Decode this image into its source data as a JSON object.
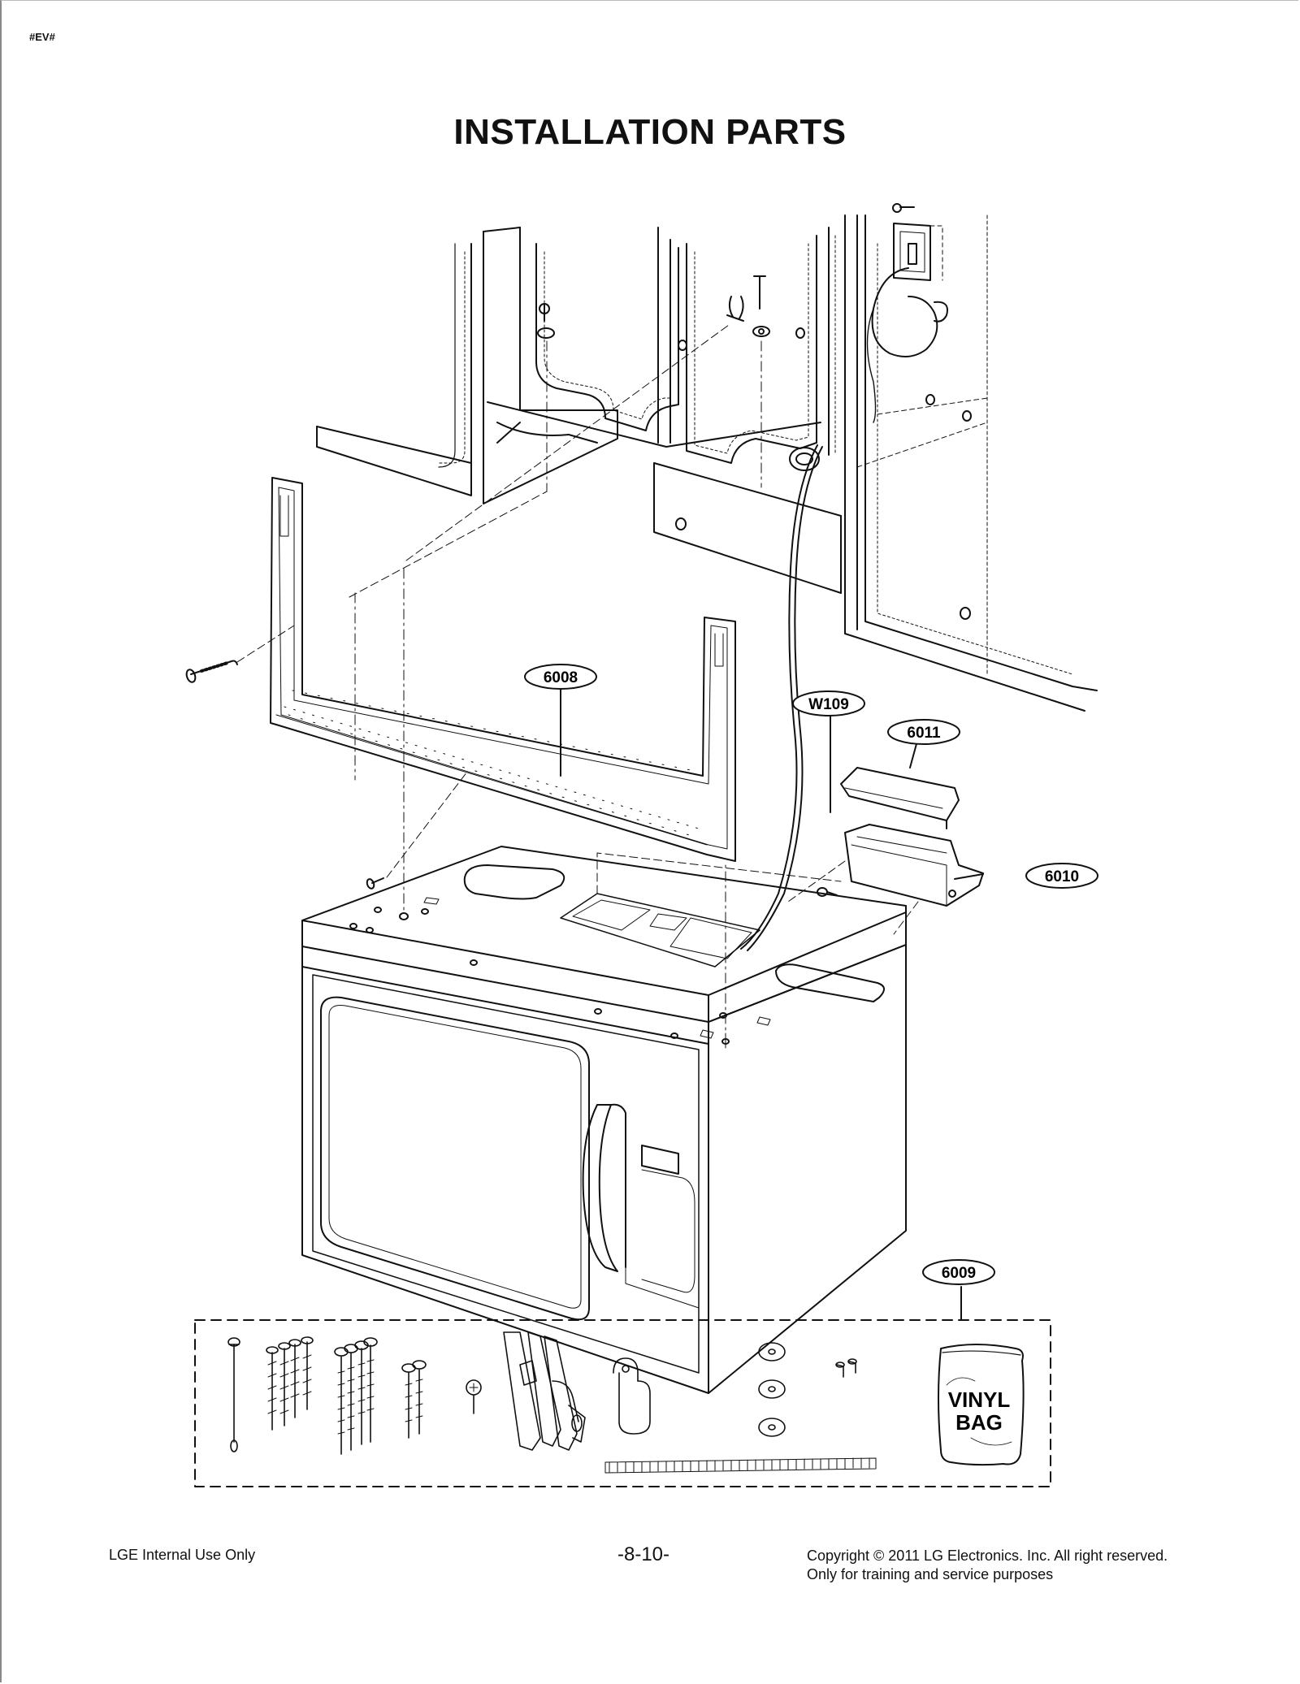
{
  "document": {
    "tag": "#EV#",
    "title": "INSTALLATION PARTS"
  },
  "parts": {
    "mounting_plate": "6008",
    "screw": "W109",
    "cover": "6011",
    "bracket": "6010",
    "hardware_kit": "6009"
  },
  "vinyl_bag": {
    "line1": "VINYL",
    "line2": "BAG"
  },
  "footer": {
    "left": "LGE Internal Use Only",
    "page_number": "-8-10-",
    "copyright": "Copyright © 2011 LG Electronics. Inc. All right reserved.",
    "purpose": "Only for training and service purposes"
  }
}
